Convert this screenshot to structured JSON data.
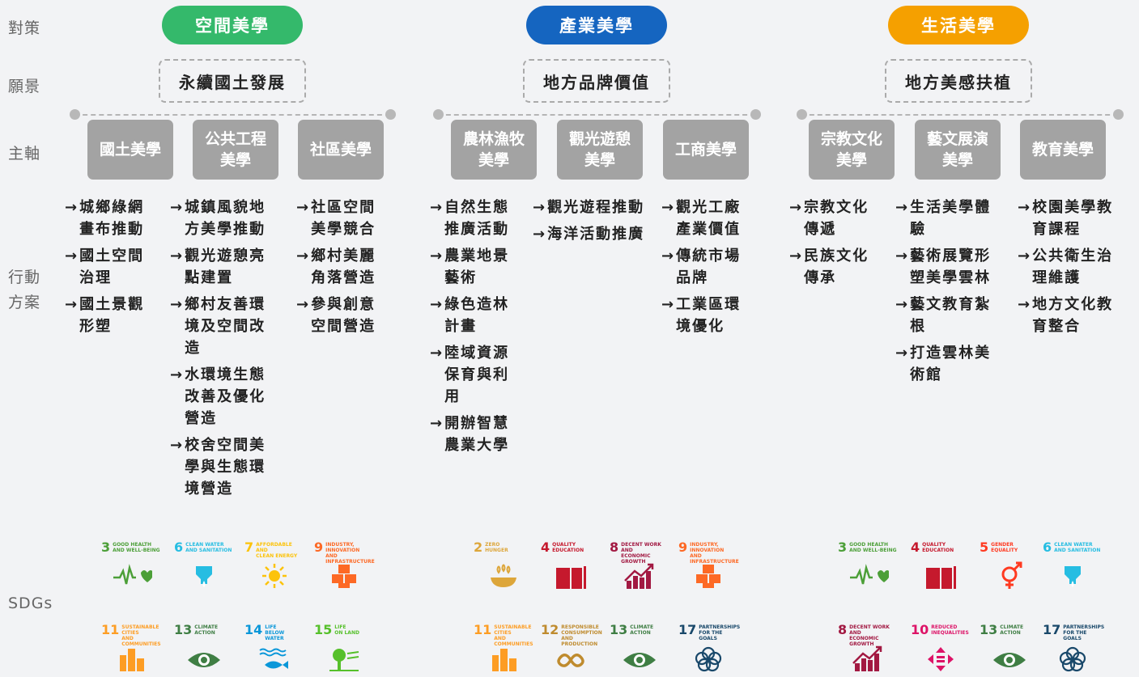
{
  "row_labels": {
    "strategy": "對策",
    "vision": "願景",
    "axis": "主軸",
    "action_line1": "行動",
    "action_line2": "方案",
    "sdgs": "SDGs"
  },
  "columns": [
    {
      "strategy": "空間美學",
      "color": "#34b96b",
      "vision": "永續國土發展",
      "axes": [
        "國土美學",
        "公共工程\n美學",
        "社區美學"
      ],
      "actions": [
        [
          "城鄉綠網\n畫布推動",
          "國土空間\n治理",
          "國土景觀\n形塑"
        ],
        [
          "城鎮風貌地\n方美學推動",
          "觀光遊憩亮\n點建置",
          "鄉村友善環\n境及空間改\n造",
          "水環境生態\n改善及優化\n營造",
          "校舍空間美\n學與生態環\n境營造"
        ],
        [
          "社區空間\n美學競合",
          "鄉村美麗\n角落營造",
          "參與創意\n空間營造"
        ]
      ],
      "sdgs": [
        {
          "num": "3",
          "name": "GOOD HEALTH\nAND WELL-BEING",
          "color": "#4c9f38",
          "icon": "health-icon"
        },
        {
          "num": "6",
          "name": "CLEAN WATER\nAND SANITATION",
          "color": "#26bde2",
          "icon": "water-icon"
        },
        {
          "num": "7",
          "name": "AFFORDABLE AND\nCLEAN ENERGY",
          "color": "#fcc30b",
          "icon": "sun-icon"
        },
        {
          "num": "9",
          "name": "INDUSTRY, INNOVATION\nAND INFRASTRUCTURE",
          "color": "#fd6925",
          "icon": "cubes-icon"
        },
        {
          "num": "11",
          "name": "SUSTAINABLE CITIES\nAND COMMUNITIES",
          "color": "#fd9d24",
          "icon": "city-icon"
        },
        {
          "num": "13",
          "name": "CLIMATE\nACTION",
          "color": "#3f7e44",
          "icon": "eye-icon"
        },
        {
          "num": "14",
          "name": "LIFE\nBELOW WATER",
          "color": "#0a97d9",
          "icon": "fish-icon"
        },
        {
          "num": "15",
          "name": "LIFE\nON LAND",
          "color": "#56c02b",
          "icon": "tree-icon"
        }
      ]
    },
    {
      "strategy": "產業美學",
      "color": "#1565c0",
      "vision": "地方品牌價值",
      "axes": [
        "農林漁牧\n美學",
        "觀光遊憩\n美學",
        "工商美學"
      ],
      "actions": [
        [
          "自然生態\n推廣活動",
          "農業地景\n藝術",
          "綠色造林\n計畫",
          "陸域資源\n保育與利\n用",
          "開辦智慧\n農業大學"
        ],
        [
          "觀光遊程推動",
          "海洋活動推廣"
        ],
        [
          "觀光工廠\n產業價值",
          "傳統市場\n品牌",
          "工業區環\n境優化"
        ]
      ],
      "sdgs": [
        {
          "num": "2",
          "name": "ZERO\nHUNGER",
          "color": "#dda63a",
          "icon": "bowl-icon"
        },
        {
          "num": "4",
          "name": "QUALITY\nEDUCATION",
          "color": "#c5192d",
          "icon": "book-icon"
        },
        {
          "num": "8",
          "name": "DECENT WORK AND\nECONOMIC GROWTH",
          "color": "#a21942",
          "icon": "growth-icon"
        },
        {
          "num": "9",
          "name": "INDUSTRY, INNOVATION\nAND INFRASTRUCTURE",
          "color": "#fd6925",
          "icon": "cubes-icon"
        },
        {
          "num": "11",
          "name": "SUSTAINABLE CITIES\nAND COMMUNITIES",
          "color": "#fd9d24",
          "icon": "city-icon"
        },
        {
          "num": "12",
          "name": "RESPONSIBLE\nCONSUMPTION\nAND PRODUCTION",
          "color": "#bf8b2e",
          "icon": "infinity-icon"
        },
        {
          "num": "13",
          "name": "CLIMATE\nACTION",
          "color": "#3f7e44",
          "icon": "eye-icon"
        },
        {
          "num": "17",
          "name": "PARTNERSHIPS\nFOR THE GOALS",
          "color": "#19486a",
          "icon": "rings-icon"
        }
      ]
    },
    {
      "strategy": "生活美學",
      "color": "#f5a000",
      "vision": "地方美感扶植",
      "axes": [
        "宗教文化\n美學",
        "藝文展演\n美學",
        "教育美學"
      ],
      "actions": [
        [
          "宗教文化\n傳遞",
          "民族文化\n傳承"
        ],
        [
          "生活美學體\n驗",
          "藝術展覽形\n塑美學雲林",
          "藝文教育紮\n根",
          "打造雲林美\n術館"
        ],
        [
          "校園美學教\n育課程",
          "公共衛生治\n理維護",
          "地方文化教\n育整合"
        ]
      ],
      "sdgs": [
        {
          "num": "3",
          "name": "GOOD HEALTH\nAND WELL-BEING",
          "color": "#4c9f38",
          "icon": "health-icon"
        },
        {
          "num": "4",
          "name": "QUALITY\nEDUCATION",
          "color": "#c5192d",
          "icon": "book-icon"
        },
        {
          "num": "5",
          "name": "GENDER\nEQUALITY",
          "color": "#ff3a21",
          "icon": "gender-icon"
        },
        {
          "num": "6",
          "name": "CLEAN WATER\nAND SANITATION",
          "color": "#26bde2",
          "icon": "water-icon"
        },
        {
          "num": "8",
          "name": "DECENT WORK AND\nECONOMIC GROWTH",
          "color": "#a21942",
          "icon": "growth-icon"
        },
        {
          "num": "10",
          "name": "REDUCED\nINEQUALITIES",
          "color": "#dd1367",
          "icon": "arrows-icon"
        },
        {
          "num": "13",
          "name": "CLIMATE\nACTION",
          "color": "#3f7e44",
          "icon": "eye-icon"
        },
        {
          "num": "17",
          "name": "PARTNERSHIPS\nFOR THE GOALS",
          "color": "#19486a",
          "icon": "rings-icon"
        }
      ]
    }
  ]
}
